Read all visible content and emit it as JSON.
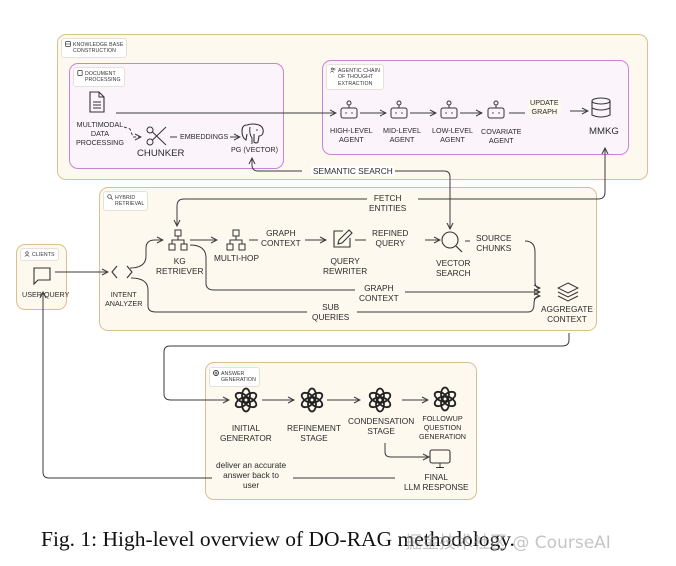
{
  "colors": {
    "outer_border": "#dcbf8e",
    "outer_fill": "#fdf9ef",
    "inner_border": "#c784d8",
    "inner_fill": "#fbf5fb",
    "line": "#3a3a3a"
  },
  "groups": {
    "knowledge_base": {
      "title_line1": "KNOWLEDGE BASE",
      "title_line2": "CONSTRUCTION",
      "icon": "database-icon"
    },
    "document_processing": {
      "title_line1": "DOCUMENT",
      "title_line2": "PROCESSING",
      "icon": "file-icon"
    },
    "agentic_chain": {
      "title_line1": "AGENTIC CHAIN",
      "title_line2": "OF THOUGHT",
      "title_line3": "EXTRACTION",
      "icon": "users-icon"
    },
    "hybrid_retrieval": {
      "title_line1": "HYBRID",
      "title_line2": "RETRIEVAL",
      "icon": "search-icon"
    },
    "clients": {
      "title": "CLIENTS",
      "icon": "user-icon"
    },
    "answer_generation": {
      "title_line1": "ANSWER",
      "title_line2": "GENERATION",
      "icon": "openai-icon"
    }
  },
  "nodes": {
    "multimodal": {
      "l1": "MULTIMODAL",
      "l2": "DATA",
      "l3": "PROCESSING",
      "icon": "document-icon"
    },
    "chunker": {
      "label": "CHUNKER",
      "icon": "scissors-icon"
    },
    "pg_vector": {
      "label": "PG (VECTOR)",
      "icon": "postgres-elephant-icon"
    },
    "high_agent": {
      "l1": "HIGH-LEVEL",
      "l2": "AGENT",
      "icon": "robot-icon"
    },
    "mid_agent": {
      "l1": "MID-LEVEL",
      "l2": "AGENT",
      "icon": "robot-icon"
    },
    "low_agent": {
      "l1": "LOW-LEVEL",
      "l2": "AGENT",
      "icon": "robot-icon"
    },
    "cov_agent": {
      "l1": "COVARIATE",
      "l2": "AGENT",
      "icon": "robot-icon"
    },
    "mmkg": {
      "label": "MMKG",
      "icon": "database-icon"
    },
    "user_query": {
      "label": "USER QUERY",
      "icon": "chat-bubble-icon"
    },
    "intent": {
      "l1": "INTENT",
      "l2": "ANALYZER",
      "icon": "code-brackets-icon"
    },
    "kg_retriever": {
      "l1": "KG",
      "l2": "RETRIEVER",
      "icon": "hierarchy-icon"
    },
    "multi_hop": {
      "label": "MULTI-HOP",
      "icon": "hierarchy-icon"
    },
    "query_rewriter": {
      "l1": "QUERY",
      "l2": "REWRITER",
      "icon": "pencil-square-icon"
    },
    "vector_search": {
      "l1": "VECTOR",
      "l2": "SEARCH",
      "icon": "magnifier-icon"
    },
    "aggregate": {
      "l1": "AGGREGATE",
      "l2": "CONTEXT",
      "icon": "layers-icon"
    },
    "initial_gen": {
      "l1": "INITIAL",
      "l2": "GENERATOR",
      "icon": "openai-icon"
    },
    "refinement": {
      "l1": "REFINEMENT",
      "l2": "STAGE",
      "icon": "openai-icon"
    },
    "condensation": {
      "l1": "CONDENSATION",
      "l2": "STAGE",
      "icon": "openai-icon"
    },
    "followup": {
      "l1": "FOLLOWUP",
      "l2": "QUESTION",
      "l3": "GENERATION",
      "icon": "openai-icon"
    },
    "final": {
      "l1": "FINAL",
      "l2": "LLM RESPONSE",
      "icon": "monitor-icon"
    }
  },
  "edges": {
    "embeddings": "EMBEDDINGS",
    "update_graph_1": "UPDATE",
    "update_graph_2": "GRAPH",
    "semantic_search": "SEMANTIC SEARCH",
    "fetch_1": "FETCH",
    "fetch_2": "ENTITIES",
    "graph_ctx_1": "GRAPH",
    "graph_ctx_2": "CONTEXT",
    "refined_1": "REFINED",
    "refined_2": "QUERY",
    "source_1": "SOURCE",
    "source_2": "CHUNKS",
    "graph_ctx_b1": "GRAPH",
    "graph_ctx_b2": "CONTEXT",
    "sub_1": "SUB",
    "sub_2": "QUERIES",
    "deliver_1": "deliver an accurate",
    "deliver_2": "answer back to",
    "deliver_3": "user"
  },
  "caption": "Fig. 1: High-level overview of DO-RAG methodology.",
  "watermark": "掘金技术社区 @ CourseAI"
}
